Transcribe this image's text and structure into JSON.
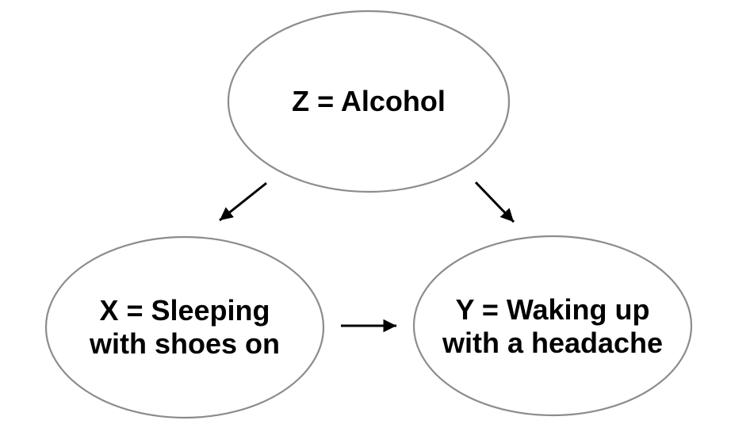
{
  "diagram": {
    "kind": "causal-dag",
    "nodes": [
      {
        "id": "Z",
        "label": "Z = Alcohol",
        "lines": [
          "Z = Alcohol"
        ]
      },
      {
        "id": "X",
        "label": "X = Sleeping with shoes on",
        "lines": [
          "X = Sleeping",
          "with shoes on"
        ]
      },
      {
        "id": "Y",
        "label": "Y = Waking up with a headache",
        "lines": [
          "Y = Waking up",
          "with a headache"
        ]
      }
    ],
    "edges": [
      {
        "from": "Z",
        "to": "X"
      },
      {
        "from": "Z",
        "to": "Y"
      },
      {
        "from": "X",
        "to": "Y"
      }
    ]
  },
  "colors": {
    "background": "#ffffff",
    "node_stroke": "#8c8c8c",
    "arrow": "#000000",
    "text": "#000000"
  }
}
